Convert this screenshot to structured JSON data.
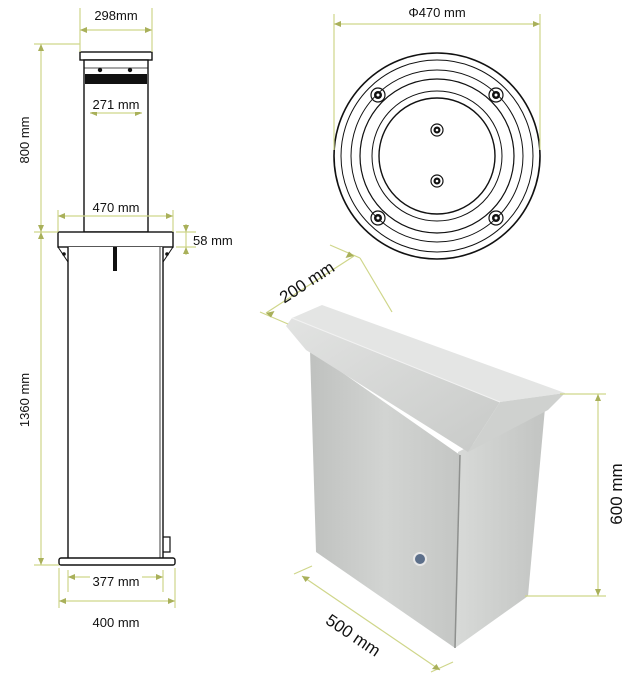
{
  "bollard": {
    "top_width": "298mm",
    "inner_width": "271 mm",
    "body_width": "470 mm",
    "flange_height": "58 mm",
    "above_ground_height": "800 mm",
    "below_ground_height": "1360 mm",
    "base_inner_width": "377 mm",
    "base_width": "400 mm"
  },
  "top_view": {
    "diameter": "Φ470 mm"
  },
  "cabinet": {
    "depth": "200 mm",
    "height": "600 mm",
    "width": "500 mm"
  },
  "colors": {
    "dimension_line": "#cfd68a",
    "outline": "#111111",
    "cabinet_body": "#c9cbc9",
    "cabinet_roof": "#d6d8d6"
  }
}
